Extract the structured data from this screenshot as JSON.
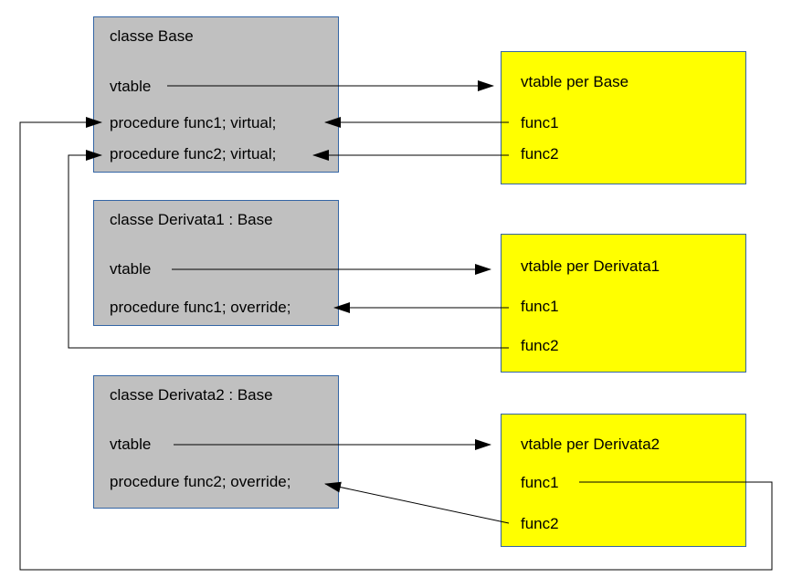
{
  "colors": {
    "class_fill": "#c0c0c0",
    "vtable_fill": "#ffff00",
    "box_border": "#3465a4",
    "line": "#000000"
  },
  "classes": [
    {
      "title": "classe Base",
      "vtable_label": "vtable",
      "methods": [
        "procedure func1; virtual;",
        "procedure func2; virtual;"
      ]
    },
    {
      "title": "classe Derivata1 : Base",
      "vtable_label": "vtable",
      "methods": [
        "procedure func1; override;"
      ]
    },
    {
      "title": "classe Derivata2 : Base",
      "vtable_label": "vtable",
      "methods": [
        "procedure func2; override;"
      ]
    }
  ],
  "vtables": [
    {
      "title": "vtable per Base",
      "entries": [
        "func1",
        "func2"
      ]
    },
    {
      "title": "vtable per Derivata1",
      "entries": [
        "func1",
        "func2"
      ]
    },
    {
      "title": "vtable per Derivata2",
      "entries": [
        "func1",
        "func2"
      ]
    }
  ]
}
